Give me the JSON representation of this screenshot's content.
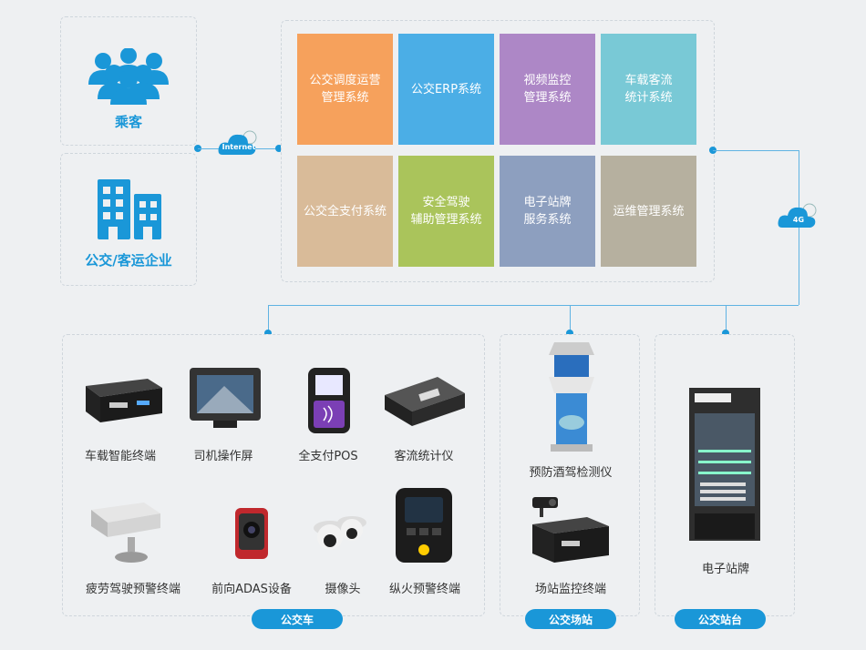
{
  "actors": {
    "passenger": {
      "label": "乘客",
      "icon": "people-icon"
    },
    "enterprise": {
      "label": "公交/客运企业",
      "icon": "building-icon"
    }
  },
  "network": {
    "internet": "Internet",
    "cellular": "4G"
  },
  "systems": [
    {
      "label": "公交调度运营\n管理系统",
      "color": "#f6a15c"
    },
    {
      "label": "公交ERP系统",
      "color": "#4baee6"
    },
    {
      "label": "视频监控\n管理系统",
      "color": "#ad87c6"
    },
    {
      "label": "车载客流\n统计系统",
      "color": "#79c9d6"
    },
    {
      "label": "公交全支付系统",
      "color": "#d9bb99"
    },
    {
      "label": "安全驾驶\n辅助管理系统",
      "color": "#aac45b"
    },
    {
      "label": "电子站牌\n服务系统",
      "color": "#8d9fbf"
    },
    {
      "label": "运维管理系统",
      "color": "#b6b09f"
    }
  ],
  "bus": {
    "title": "公交车",
    "devices": [
      {
        "label": "车载智能终端",
        "icon": "dvr-terminal-icon"
      },
      {
        "label": "司机操作屏",
        "icon": "driver-screen-icon"
      },
      {
        "label": "全支付POS",
        "icon": "pos-terminal-icon"
      },
      {
        "label": "客流统计仪",
        "icon": "passenger-counter-icon"
      },
      {
        "label": "疲劳驾驶预警终端",
        "icon": "fatigue-camera-icon"
      },
      {
        "label": "前向ADAS设备",
        "icon": "adas-device-icon"
      },
      {
        "label": "摄像头",
        "icon": "dome-camera-icon"
      },
      {
        "label": "纵火预警终端",
        "icon": "fire-alarm-terminal-icon"
      }
    ]
  },
  "station": {
    "title": "公交场站",
    "devices": [
      {
        "label": "预防酒驾检测仪",
        "icon": "alcohol-kiosk-icon"
      },
      {
        "label": "场站监控终端",
        "icon": "station-monitor-icon"
      }
    ]
  },
  "stop": {
    "title": "公交站台",
    "devices": [
      {
        "label": "电子站牌",
        "icon": "e-sign-icon"
      }
    ]
  }
}
